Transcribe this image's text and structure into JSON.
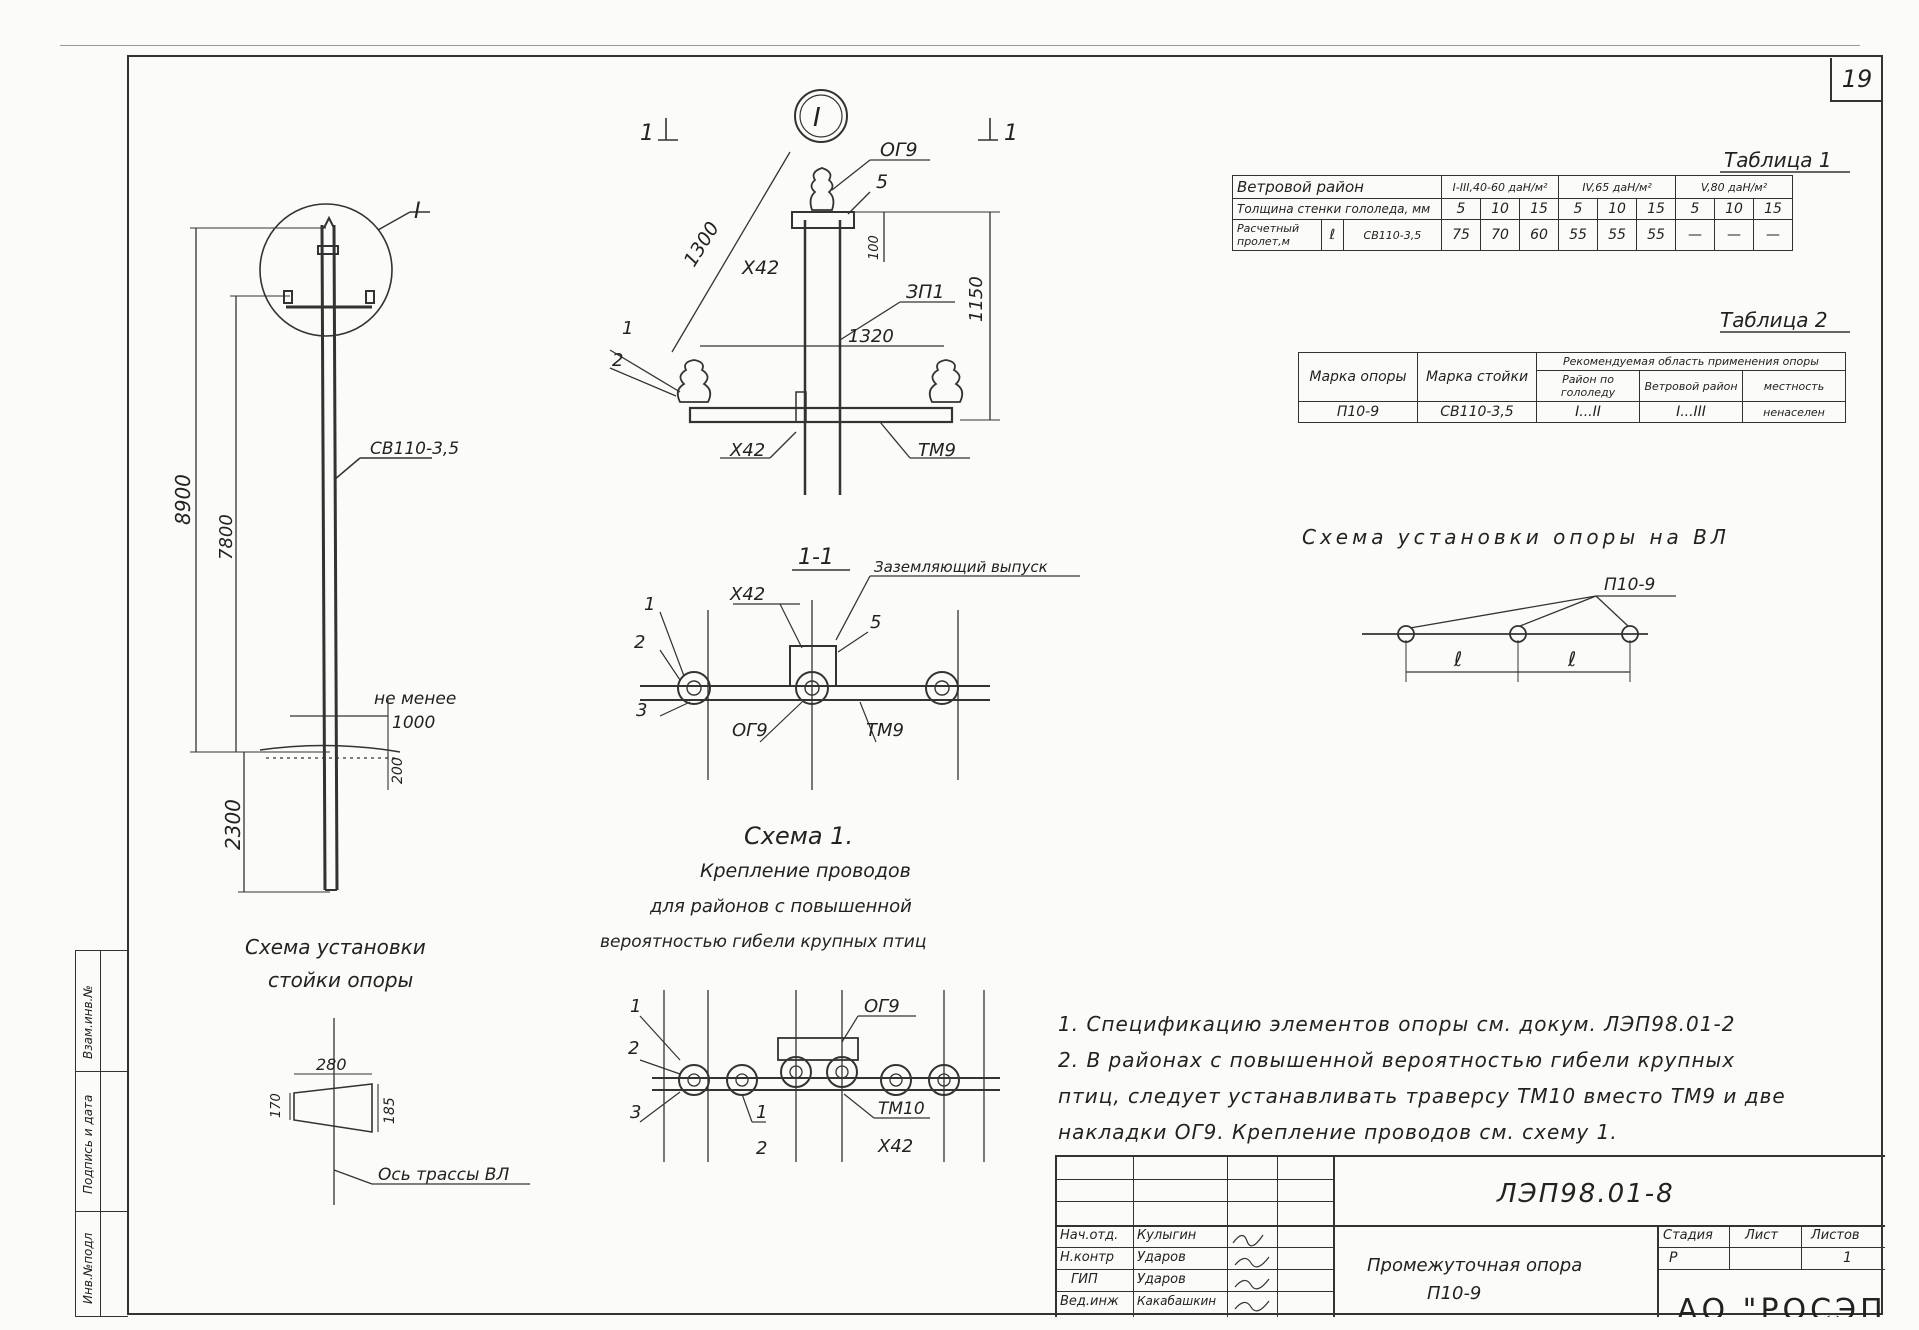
{
  "page_number": "19",
  "labels": {
    "node_mark": "I",
    "callout_I": "I",
    "section_mark_left": "1",
    "section_mark_right": "1",
    "pole_type": "СВ110-3,5",
    "dim_8900": "8900",
    "dim_7800": "7800",
    "dim_2300": "2300",
    "not_less": "не менее",
    "dim_1000": "1000",
    "dim_200": "200",
    "caption_pole_1": "Схема установки",
    "caption_pole_2": "стойки опоры",
    "dim_280": "280",
    "dim_170": "170",
    "dim_185": "185",
    "axis_label": "Ось трассы ВЛ",
    "ogz": "ОГ9",
    "n5": "5",
    "dim_1300": "1300",
    "x42": "Х42",
    "dim_100": "100",
    "zp1": "ЗП1",
    "dim_1150": "1150",
    "dim_1320": "1320",
    "n1": "1",
    "n2": "2",
    "n3": "3",
    "tm9": "ТМ9",
    "tm10": "ТМ10",
    "section_11": "1-1",
    "ground_outlet": "Заземляющий выпуск",
    "scheme1_title": "Схема 1.",
    "scheme1_l1": "Крепление проводов",
    "scheme1_l2": "для районов с повышенной",
    "scheme1_l3": "вероятностью гибели крупных птиц",
    "install_title": "Схема установки опоры на ВЛ",
    "p109": "П10-9",
    "span_l": "ℓ",
    "table1_title": "Таблица 1",
    "table2_title": "Таблица 2"
  },
  "table1": {
    "header": [
      "Ветровой район",
      "I-III,40-60 даН/м²",
      "IV,65 даН/м²",
      "V,80 даН/м²"
    ],
    "row_ice_label": "Толщина стенки гололеда, мм",
    "ice": [
      "5",
      "10",
      "15",
      "5",
      "10",
      "15",
      "5",
      "10",
      "15"
    ],
    "row_span_label": "Расчетный пролет,м",
    "span_symbol": "ℓ",
    "span_pole": "СВ110-3,5",
    "span": [
      "75",
      "70",
      "60",
      "55",
      "55",
      "55",
      "—",
      "—",
      "—"
    ]
  },
  "table2": {
    "h_mark": "Марка опоры",
    "h_stand": "Марка стойки",
    "h_area": "Рекомендуемая область применения опоры",
    "h_ice": "Район по гололеду",
    "h_wind": "Ветровой район",
    "h_terrain": "местность",
    "row": [
      "П10-9",
      "СВ110-3,5",
      "I...II",
      "I...III",
      "ненаселен"
    ]
  },
  "notes": [
    "1. Спецификацию элементов опоры см. докум. ЛЭП98.01-2",
    "2. В районах с повышенной вероятностью гибели крупных",
    "птиц, следует устанавливать траверсу ТМ10 вместо ТМ9 и две",
    "накладки ОГ9. Крепление проводов см. схему 1."
  ],
  "stamp": {
    "doc_code": "ЛЭП98.01-8",
    "roles": [
      "Нач.отд.",
      "Н.контр",
      "ГИП",
      "Вед.инж"
    ],
    "names": [
      "Кулыгин",
      "Ударов",
      "Ударов",
      "Какабашкин"
    ],
    "title_1": "Промежуточная опора",
    "title_2": "П10-9",
    "stage_h": "Стадия",
    "sheet_h": "Лист",
    "sheets_h": "Листов",
    "stage": "Р",
    "sheets": "1",
    "org": "АО \"РОСЭП\""
  },
  "side_labels": [
    "Инв.№подл",
    "Подпись и дата",
    "Взам.инв.№"
  ]
}
